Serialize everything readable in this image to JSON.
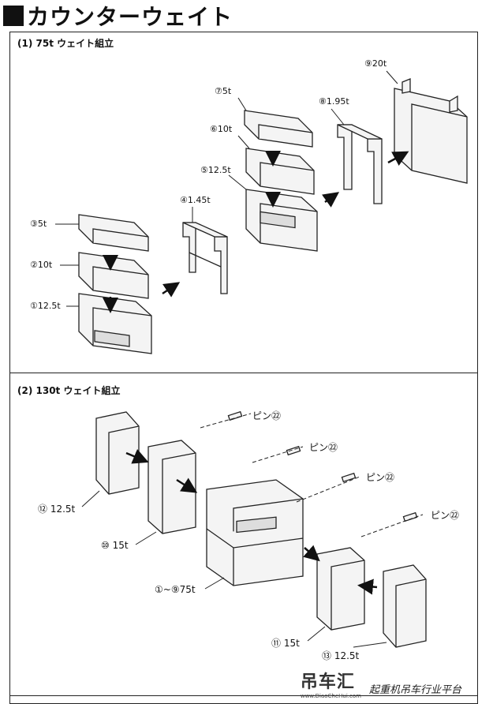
{
  "header": {
    "title": "カウンターウェイト"
  },
  "section1": {
    "heading": "(1) 75t ウェイト組立",
    "labels": {
      "w3": "③5t",
      "w2": "②10t",
      "w1": "①12.5t",
      "w4": "④1.45t",
      "w7": "⑦5t",
      "w6": "⑥10t",
      "w5": "⑤12.5t",
      "w8": "⑧1.95t",
      "w9": "⑨20t"
    }
  },
  "section2": {
    "heading": "(2) 130t ウェイト組立",
    "labels": {
      "pin1": "ピン㉒",
      "pin2": "ピン㉒",
      "pin3": "ピン㉒",
      "pin4": "ピン㉒",
      "w12": "⑫ 12.5t",
      "w10": "⑩ 15t",
      "w1to9": "①~⑨75t",
      "w11": "⑪ 15t",
      "w13": "⑬ 12.5t"
    }
  },
  "watermark": {
    "logo": "吊车汇",
    "url": "www.DiaoCheHui.com",
    "slogan": "起重机吊车行业平台"
  }
}
